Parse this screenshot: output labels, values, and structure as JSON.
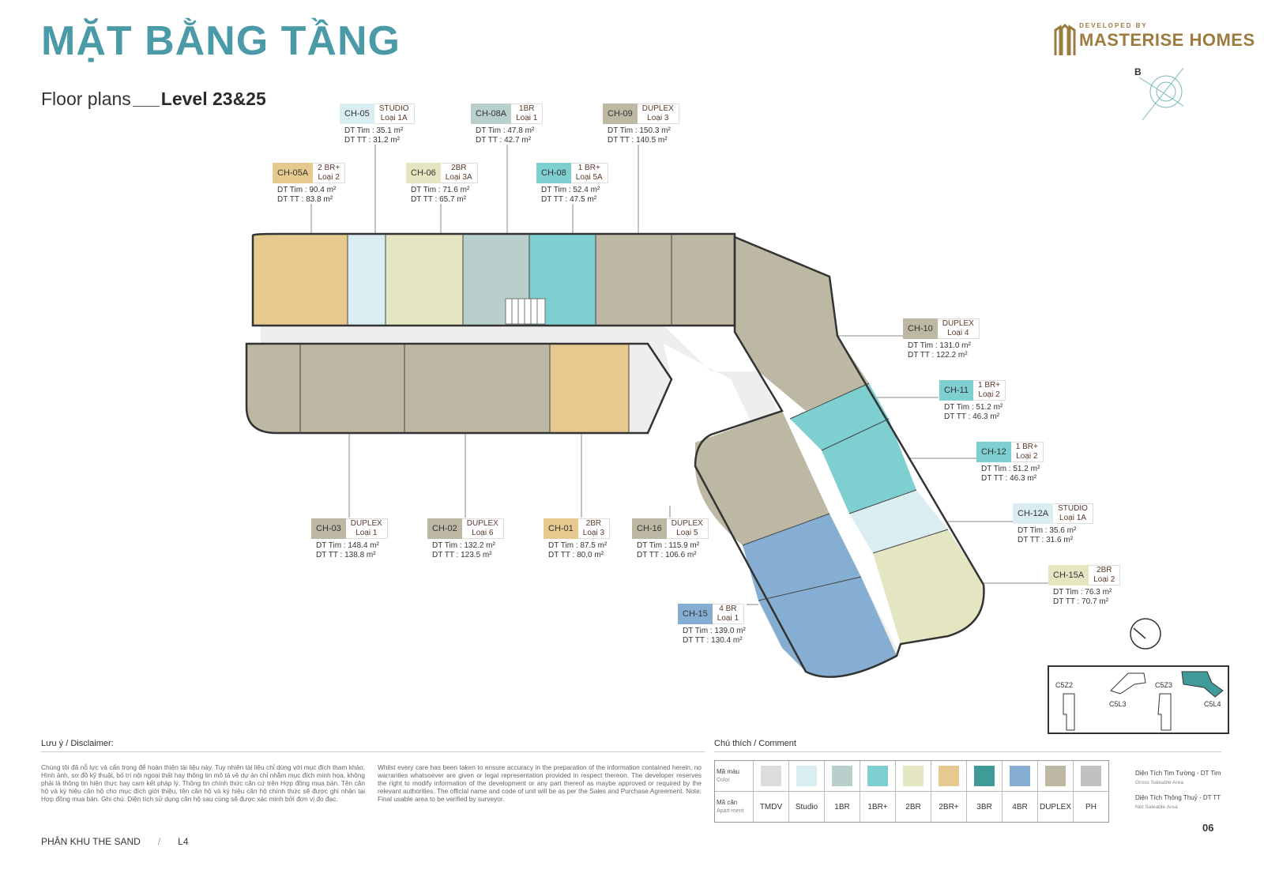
{
  "header": {
    "title": "MẶT BẰNG TẦNG",
    "subtitle": "Floor plans",
    "level": "Level 23&25",
    "logo_developed_by": "DEVELOPED BY",
    "logo_brand": "MASTERISE HOMES",
    "compass_letter": "B"
  },
  "colors": {
    "TMDV": "#dcdcdc",
    "Studio": "#daeef1",
    "1BR": "#b9cfcc",
    "1BR+": "#7ecfd0",
    "2BR": "#e4e6c2",
    "2BR+": "#e6c98f",
    "3BR": "#3e9b98",
    "4BR": "#86aed2",
    "DUPLEX": "#bcb8a4",
    "PH": "#c1c1c4"
  },
  "units": [
    {
      "code": "CH-05",
      "type1": "STUDIO",
      "type2": "Loại 1A",
      "gross": "DT Tim : 35.1 m²",
      "net": "DT TT   : 31.2 m²",
      "color": "#daeef1"
    },
    {
      "code": "CH-08A",
      "type1": "1BR",
      "type2": "Loại 1",
      "gross": "DT Tim : 47.8 m²",
      "net": "DT TT   : 42.7 m²",
      "color": "#b9cfcc"
    },
    {
      "code": "CH-09",
      "type1": "DUPLEX",
      "type2": "Loại 3",
      "gross": "DT Tim : 150.3 m²",
      "net": "DT TT   : 140.5 m²",
      "color": "#bcb8a4"
    },
    {
      "code": "CH-05A",
      "type1": "2 BR+",
      "type2": "Loại 2",
      "gross": "DT Tim : 90.4 m²",
      "net": "DT TT   : 83.8 m²",
      "color": "#e6c98f"
    },
    {
      "code": "CH-06",
      "type1": "2BR",
      "type2": "Loại 3A",
      "gross": "DT Tim : 71.6 m²",
      "net": "DT TT   : 65.7 m²",
      "color": "#e4e6c2"
    },
    {
      "code": "CH-08",
      "type1": "1 BR+",
      "type2": "Loại 5A",
      "gross": "DT Tim : 52.4 m²",
      "net": "DT TT   : 47.5 m²",
      "color": "#7ecfd0"
    },
    {
      "code": "CH-10",
      "type1": "DUPLEX",
      "type2": "Loại 4",
      "gross": "DT Tim : 131.0 m²",
      "net": "DT TT   : 122.2 m²",
      "color": "#bcb8a4"
    },
    {
      "code": "CH-11",
      "type1": "1 BR+",
      "type2": "Loại 2",
      "gross": "DT Tim : 51.2 m²",
      "net": "DT TT   : 46.3 m²",
      "color": "#7ecfd0"
    },
    {
      "code": "CH-12",
      "type1": "1 BR+",
      "type2": "Loại 2",
      "gross": "DT Tim : 51.2 m²",
      "net": "DT TT   : 46.3 m²",
      "color": "#7ecfd0"
    },
    {
      "code": "CH-12A",
      "type1": "STUDIO",
      "type2": "Loại 1A",
      "gross": "DT Tim : 35.6 m²",
      "net": "DT TT   : 31.6 m²",
      "color": "#daeef1"
    },
    {
      "code": "CH-15A",
      "type1": "2BR",
      "type2": "Loại 2",
      "gross": "DT Tim : 76.3 m²",
      "net": "DT TT   : 70.7 m²",
      "color": "#e4e6c2"
    },
    {
      "code": "CH-03",
      "type1": "DUPLEX",
      "type2": "Loại 1",
      "gross": "DT Tim : 148.4 m²",
      "net": "DT TT   : 138.8 m²",
      "color": "#bcb8a4"
    },
    {
      "code": "CH-02",
      "type1": "DUPLEX",
      "type2": "Loại 6",
      "gross": "DT Tim : 132.2 m²",
      "net": "DT TT   : 123.5 m²",
      "color": "#bcb8a4"
    },
    {
      "code": "CH-01",
      "type1": "2BR",
      "type2": "Loại 3",
      "gross": "DT Tim : 87.5 m²",
      "net": "DT TT   : 80.0 m²",
      "color": "#e6c98f"
    },
    {
      "code": "CH-16",
      "type1": "DUPLEX",
      "type2": "Loại 5",
      "gross": "DT Tim : 115.9 m²",
      "net": "DT TT   : 106.6 m²",
      "color": "#bcb8a4"
    },
    {
      "code": "CH-15",
      "type1": "4 BR",
      "type2": "Loại 1",
      "gross": "DT Tim : 139.0 m²",
      "net": "DT TT   : 130.4 m²",
      "color": "#86aed2"
    }
  ],
  "disclaimer": {
    "heading": "Lưu ý / Disclaimer:",
    "vi": "Chúng tôi đã nỗ lực và cẩn trọng để hoàn thiện tài liệu này. Tuy nhiên tài liệu chỉ dùng với mục đích tham khảo. Hình ảnh, sơ đồ kỹ thuật, bố trí nội ngoại thất hay thông tin mô tả về dự án chỉ nhằm mục đích minh họa, không phải là thông tin hiện thực hay cam kết pháp lý. Thông tin chính thức căn cứ trên Hợp đồng mua bán. Tên căn hộ và ký hiệu căn hộ cho mục đích giới thiệu, tên căn hộ và ký hiệu căn hộ chính thức sẽ được ghi nhận tại Hợp đồng mua bán. Ghi chú: Diện tích sử dụng căn hộ sau cùng sẽ được xác minh bởi đơn vị đo đạc.",
    "en": "Whilst every care has been taken to ensure accuracy in the preparation of the information contained herein, no warranties whatsoever are given or legal representation provided in respect thereon. The developer reserves the right to modify information of the development or any part thereof as maybe approved or required by the relevant authorities. The official name and code of unit will be as per the Sales and Purchase Agreement. Note: Final usable area to be verified by surveyor."
  },
  "legend": {
    "heading": "Chú thích / Comment",
    "row1_label": "Mã màu",
    "row1_sub": "Color",
    "row2_label": "Mã căn",
    "row2_sub": "Apart-ment",
    "items": [
      {
        "name": "TMDV",
        "color": "#dcdcdc"
      },
      {
        "name": "Studio",
        "color": "#daeef1"
      },
      {
        "name": "1BR",
        "color": "#b9cfcc"
      },
      {
        "name": "1BR+",
        "color": "#7ecfd0"
      },
      {
        "name": "2BR",
        "color": "#e4e6c2"
      },
      {
        "name": "2BR+",
        "color": "#e6c98f"
      },
      {
        "name": "3BR",
        "color": "#3e9b98"
      },
      {
        "name": "4BR",
        "color": "#86aed2"
      },
      {
        "name": "DUPLEX",
        "color": "#bcb8a4"
      },
      {
        "name": "PH",
        "color": "#c1c1c4"
      }
    ],
    "def_gross": "Diện Tích Tim Tường - DT Tim",
    "def_gross_en": "Gross Saleable Area",
    "def_net": "Diện Tích Thông Thuỷ - DT TT",
    "def_net_en": "Net Saleable Area"
  },
  "keymap": {
    "labels": [
      "C5Z2",
      "C5L3",
      "C5Z3",
      "C5L4"
    ]
  },
  "footer": {
    "zone": "PHÂN KHU THE SAND",
    "sep": "/",
    "code": "L4",
    "page": "06"
  }
}
